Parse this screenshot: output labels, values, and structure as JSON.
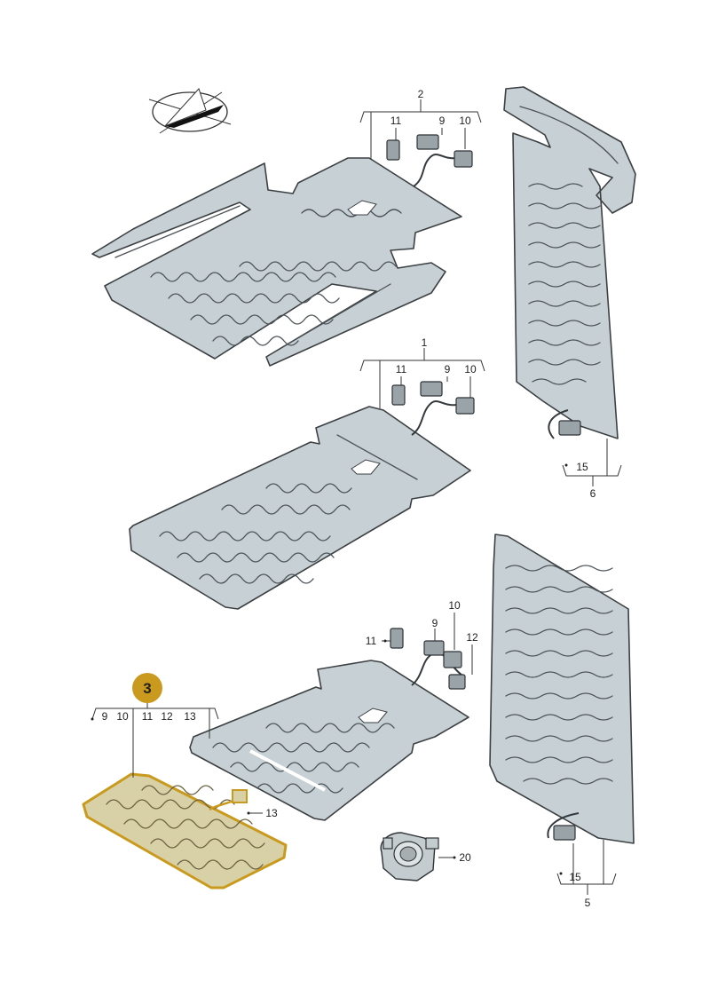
{
  "badge": {
    "label": "3",
    "color": "#c99a1e"
  },
  "colors": {
    "pad_fill": "#c7d0d4",
    "pad_outline": "#3c4043",
    "highlight": "#c99a1e"
  },
  "labels": {
    "g2": {
      "title": "2",
      "a": "11",
      "b": "9",
      "c": "10"
    },
    "g1": {
      "title": "1",
      "a": "11",
      "b": "9",
      "c": "10"
    },
    "g6": {
      "title": "6",
      "a": "15"
    },
    "g5": {
      "title": "5",
      "a": "15"
    },
    "g4": {
      "a": "11",
      "b": "9",
      "c": "10",
      "d": "12"
    },
    "g3": {
      "a": "9",
      "b": "10",
      "c": "11",
      "d": "12",
      "e": "13"
    },
    "callout_13": "13",
    "callout_20": "20"
  },
  "icons": [
    "orientation-compass-icon",
    "connector-icon",
    "control-module-icon"
  ]
}
